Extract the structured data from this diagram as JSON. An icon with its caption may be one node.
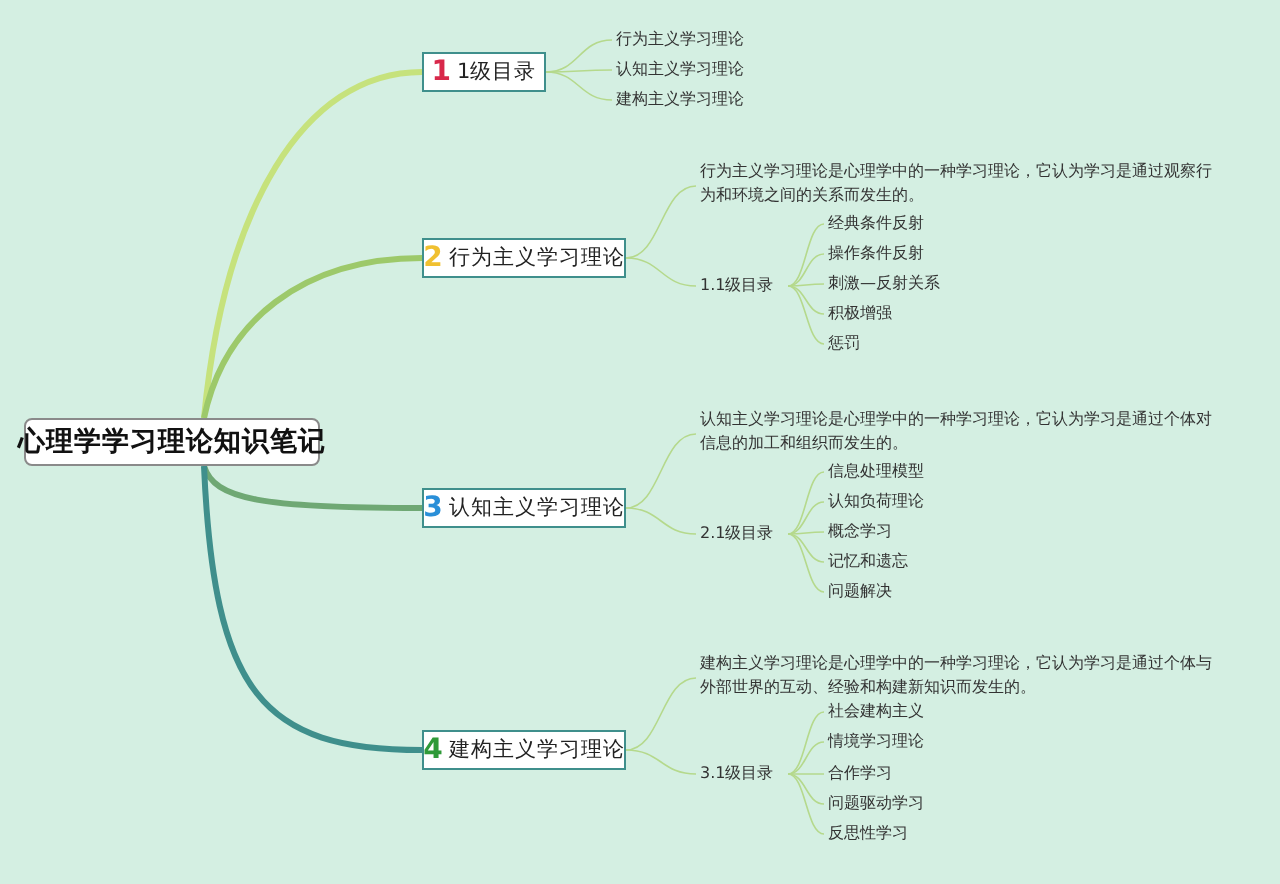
{
  "diagram": {
    "nodes": [
      {
        "text": [
          "心理学学习理论知识笔记"
        ]
      },
      {
        "text": [
          "1",
          "1级目录"
        ]
      },
      {
        "text": [
          "行为主义学习理论"
        ]
      },
      {
        "text": [
          "认知主义学习理论"
        ]
      },
      {
        "text": [
          "建构主义学习理论"
        ]
      },
      {
        "text": [
          "2",
          "行为主义学习理论"
        ]
      },
      {
        "text": [
          "行为主义学习理论是心理学中的一种学习理论，它认为学习是通过观察行为和环境之间的关系而发生的。"
        ]
      },
      {
        "text": [
          "1.1级目录"
        ]
      },
      {
        "text": [
          "经典条件反射"
        ]
      },
      {
        "text": [
          "操作条件反射"
        ]
      },
      {
        "text": [
          "刺激—反射关系"
        ]
      },
      {
        "text": [
          "积极增强"
        ]
      },
      {
        "text": [
          "惩罚"
        ]
      },
      {
        "text": [
          "3",
          "认知主义学习理论"
        ]
      },
      {
        "text": [
          "认知主义学习理论是心理学中的一种学习理论，它认为学习是通过个体对信息的加工和组织而发生的。"
        ]
      },
      {
        "text": [
          "2.1级目录"
        ]
      },
      {
        "text": [
          "信息处理模型"
        ]
      },
      {
        "text": [
          "认知负荷理论"
        ]
      },
      {
        "text": [
          "概念学习"
        ]
      },
      {
        "text": [
          "记忆和遗忘"
        ]
      },
      {
        "text": [
          "问题解决"
        ]
      },
      {
        "text": [
          "4",
          "建构主义学习理论"
        ]
      },
      {
        "text": [
          "建构主义学习理论是心理学中的一种学习理论，它认为学习是通过个体与外部世界的互动、经验和构建新知识而发生的。"
        ]
      },
      {
        "text": [
          "3.1级目录"
        ]
      },
      {
        "text": [
          "社会建构主义"
        ]
      },
      {
        "text": [
          "情境学习理论"
        ]
      },
      {
        "text": [
          "合作学习"
        ]
      },
      {
        "text": [
          "问题驱动学习"
        ]
      },
      {
        "text": [
          "反思性学习"
        ]
      }
    ],
    "edges": [
      {
        "from": 0,
        "to": 1,
        "arrow": "none",
        "style": "thick",
        "color": "#c6e27c"
      },
      {
        "from": 0,
        "to": 5,
        "arrow": "none",
        "style": "thick",
        "color": "#9dc96a"
      },
      {
        "from": 0,
        "to": 13,
        "arrow": "none",
        "style": "thick",
        "color": "#6fa874"
      },
      {
        "from": 0,
        "to": 21,
        "arrow": "none",
        "style": "thick",
        "color": "#3f8f8c"
      },
      {
        "from": 1,
        "to": 2,
        "arrow": "none"
      },
      {
        "from": 1,
        "to": 3,
        "arrow": "none"
      },
      {
        "from": 1,
        "to": 4,
        "arrow": "none"
      },
      {
        "from": 5,
        "to": 6,
        "arrow": "none"
      },
      {
        "from": 5,
        "to": 7,
        "arrow": "none"
      },
      {
        "from": 7,
        "to": 8,
        "arrow": "none"
      },
      {
        "from": 7,
        "to": 9,
        "arrow": "none"
      },
      {
        "from": 7,
        "to": 10,
        "arrow": "none"
      },
      {
        "from": 7,
        "to": 11,
        "arrow": "none"
      },
      {
        "from": 7,
        "to": 12,
        "arrow": "none"
      },
      {
        "from": 13,
        "to": 14,
        "arrow": "none"
      },
      {
        "from": 13,
        "to": 15,
        "arrow": "none"
      },
      {
        "from": 15,
        "to": 16,
        "arrow": "none"
      },
      {
        "from": 15,
        "to": 17,
        "arrow": "none"
      },
      {
        "from": 15,
        "to": 18,
        "arrow": "none"
      },
      {
        "from": 15,
        "to": 19,
        "arrow": "none"
      },
      {
        "from": 15,
        "to": 20,
        "arrow": "none"
      },
      {
        "from": 21,
        "to": 22,
        "arrow": "none"
      },
      {
        "from": 21,
        "to": 23,
        "arrow": "none"
      },
      {
        "from": 23,
        "to": 24,
        "arrow": "none"
      },
      {
        "from": 23,
        "to": 25,
        "arrow": "none"
      },
      {
        "from": 23,
        "to": 26,
        "arrow": "none"
      },
      {
        "from": 23,
        "to": 27,
        "arrow": "none"
      },
      {
        "from": 23,
        "to": 28,
        "arrow": "none"
      }
    ]
  }
}
